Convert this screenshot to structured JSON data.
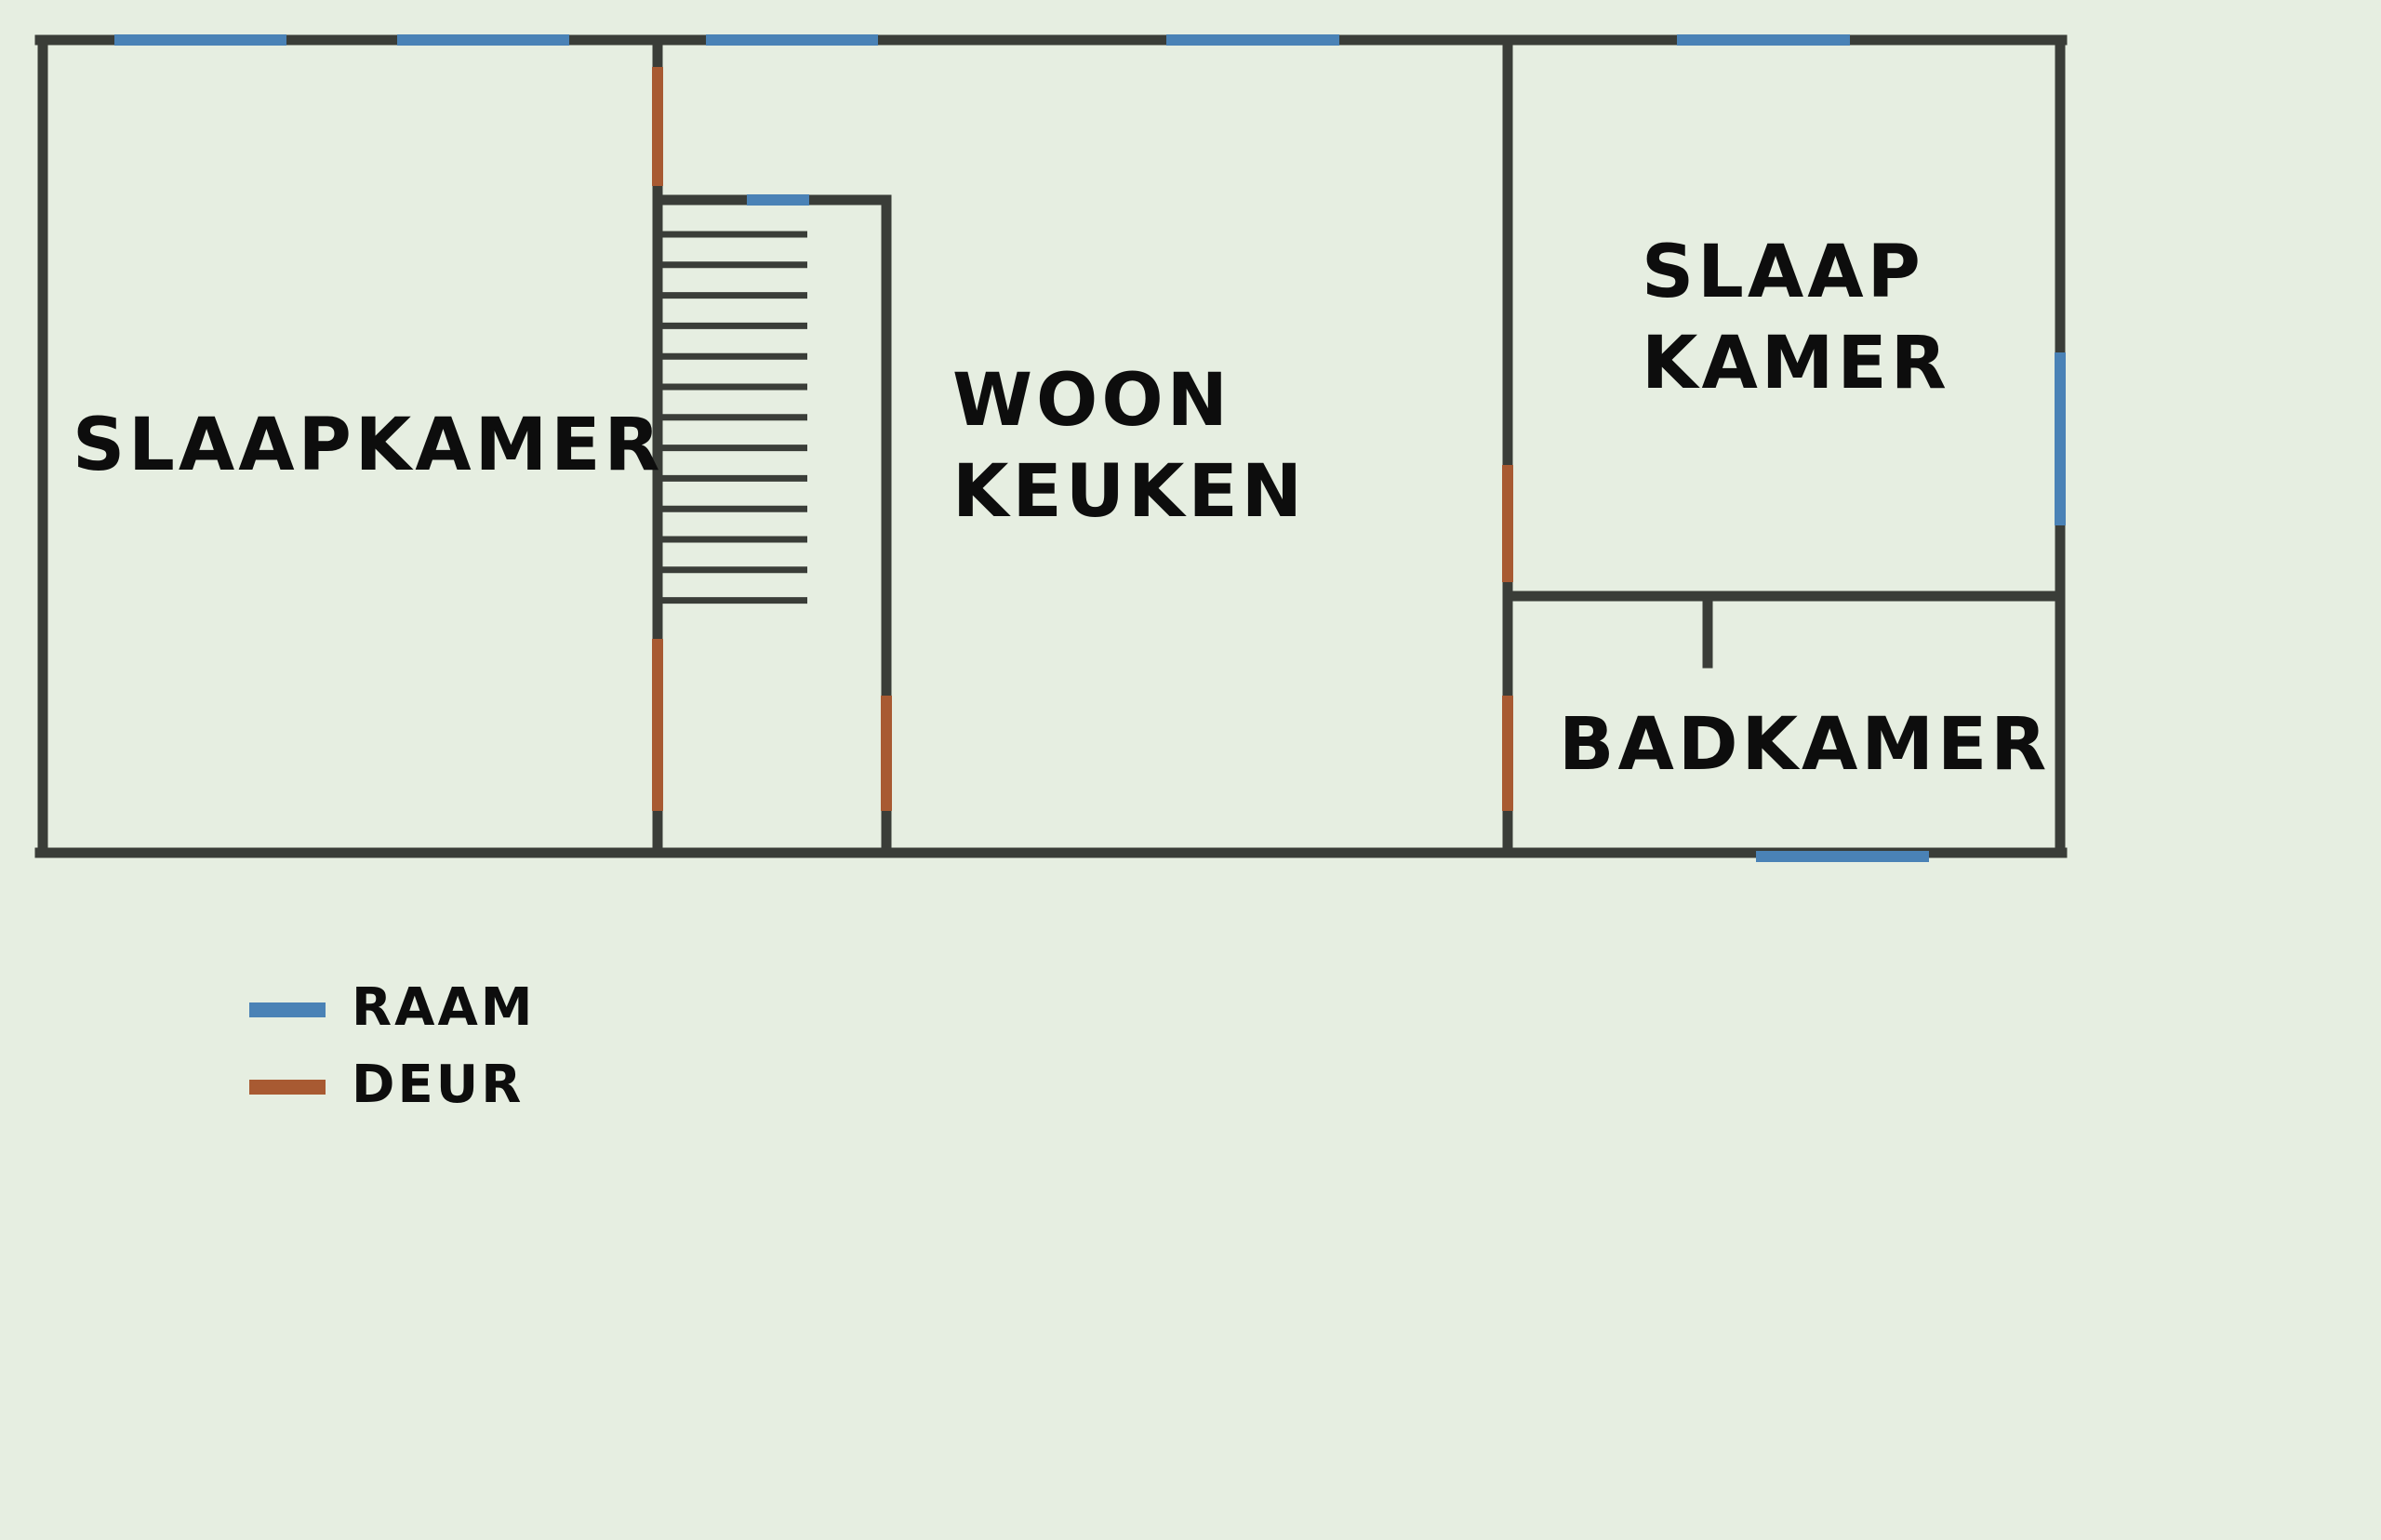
{
  "colors": {
    "background": "#e6eee1",
    "wall": "#3a3d38",
    "window": "#4a82b6",
    "door": "#a85a32",
    "text": "#0d0d0d"
  },
  "rooms": {
    "slaapkamer_left": {
      "line1": "SLAAPKAMER"
    },
    "woonkeuken": {
      "line1": "WOON",
      "line2": "KEUKEN"
    },
    "slaapkamer_right": {
      "line1": "SLAAP",
      "line2": "KAMER"
    },
    "badkamer": {
      "line1": "BADKAMER"
    }
  },
  "legend": {
    "window": {
      "label": "RAAM"
    },
    "door": {
      "label": "DEUR"
    }
  }
}
